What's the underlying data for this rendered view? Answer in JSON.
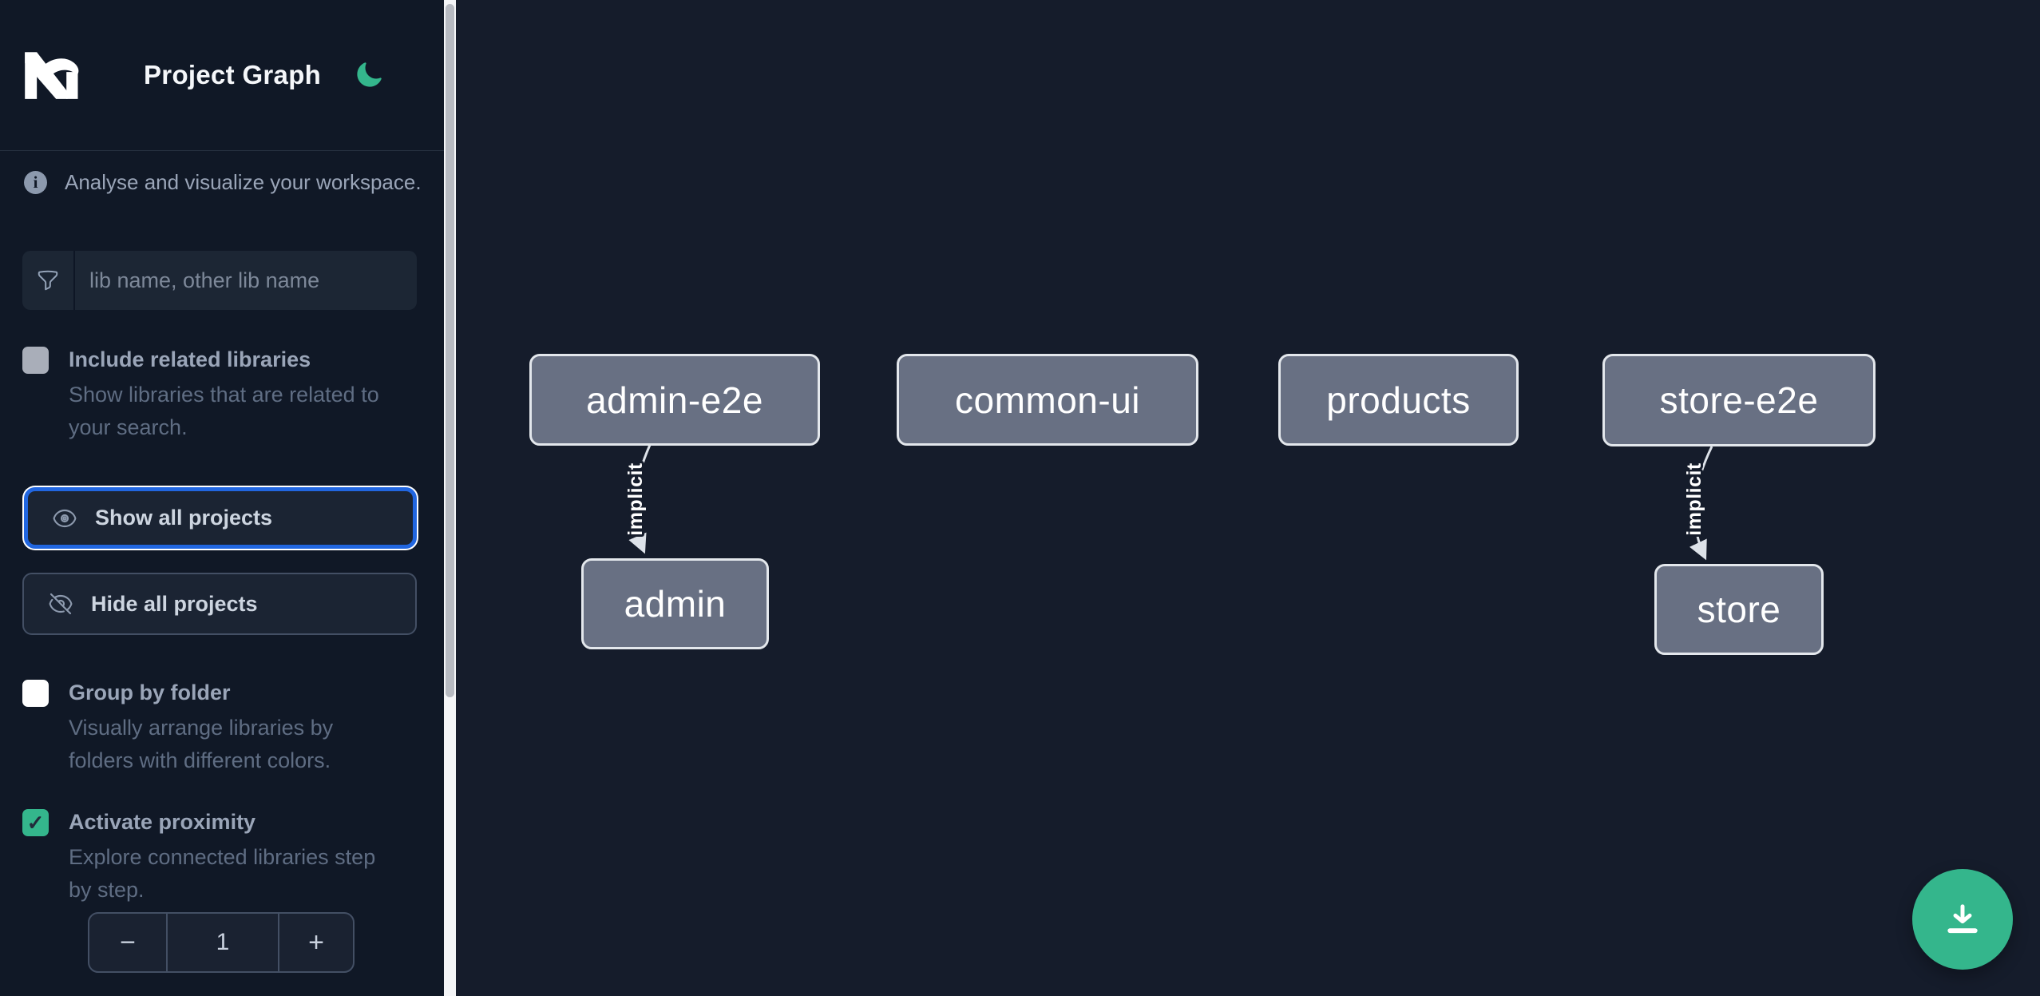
{
  "header": {
    "title": "Project Graph"
  },
  "intro": {
    "text": "Analyse and visualize your workspace."
  },
  "search": {
    "placeholder": "lib name, other lib name",
    "value": ""
  },
  "options": {
    "include_related": {
      "label": "Include related libraries",
      "description": "Show libraries that are related to\nyour search.",
      "checked": false,
      "disabled": true
    },
    "group_by_folder": {
      "label": "Group by folder",
      "description": "Visually arrange libraries by\nfolders with different colors.",
      "checked": false
    },
    "activate_proximity": {
      "label": "Activate proximity",
      "description": "Explore connected libraries step\nby step.",
      "checked": true
    }
  },
  "buttons": {
    "show_all": "Show all projects",
    "hide_all": "Hide all projects"
  },
  "stepper": {
    "decrement": "−",
    "value": "1",
    "increment": "+"
  },
  "graph": {
    "nodes": [
      {
        "id": "admin-e2e",
        "label": "admin-e2e"
      },
      {
        "id": "common-ui",
        "label": "common-ui"
      },
      {
        "id": "products",
        "label": "products"
      },
      {
        "id": "store-e2e",
        "label": "store-e2e"
      },
      {
        "id": "admin",
        "label": "admin"
      },
      {
        "id": "store",
        "label": "store"
      }
    ],
    "edges": [
      {
        "source": "admin-e2e",
        "target": "admin",
        "label": "implicit"
      },
      {
        "source": "store-e2e",
        "target": "store",
        "label": "implicit"
      }
    ]
  },
  "icons": {
    "logo": "nx-logo",
    "theme_toggle": "moon-icon",
    "intro": "info-icon",
    "filter": "funnel-icon",
    "show_all": "eye-icon",
    "hide_all": "eye-slash-icon",
    "fab": "download-icon",
    "info_glyph": "i",
    "check_glyph": "✓"
  },
  "colors": {
    "accent_green": "#34b68c",
    "focus_ring_blue": "#2166e0",
    "sidebar_bg": "#101826",
    "canvas_bg": "#151c2b",
    "node_fill": "#687083",
    "node_border": "#e3e7ec",
    "edge": "#dde2e9"
  }
}
